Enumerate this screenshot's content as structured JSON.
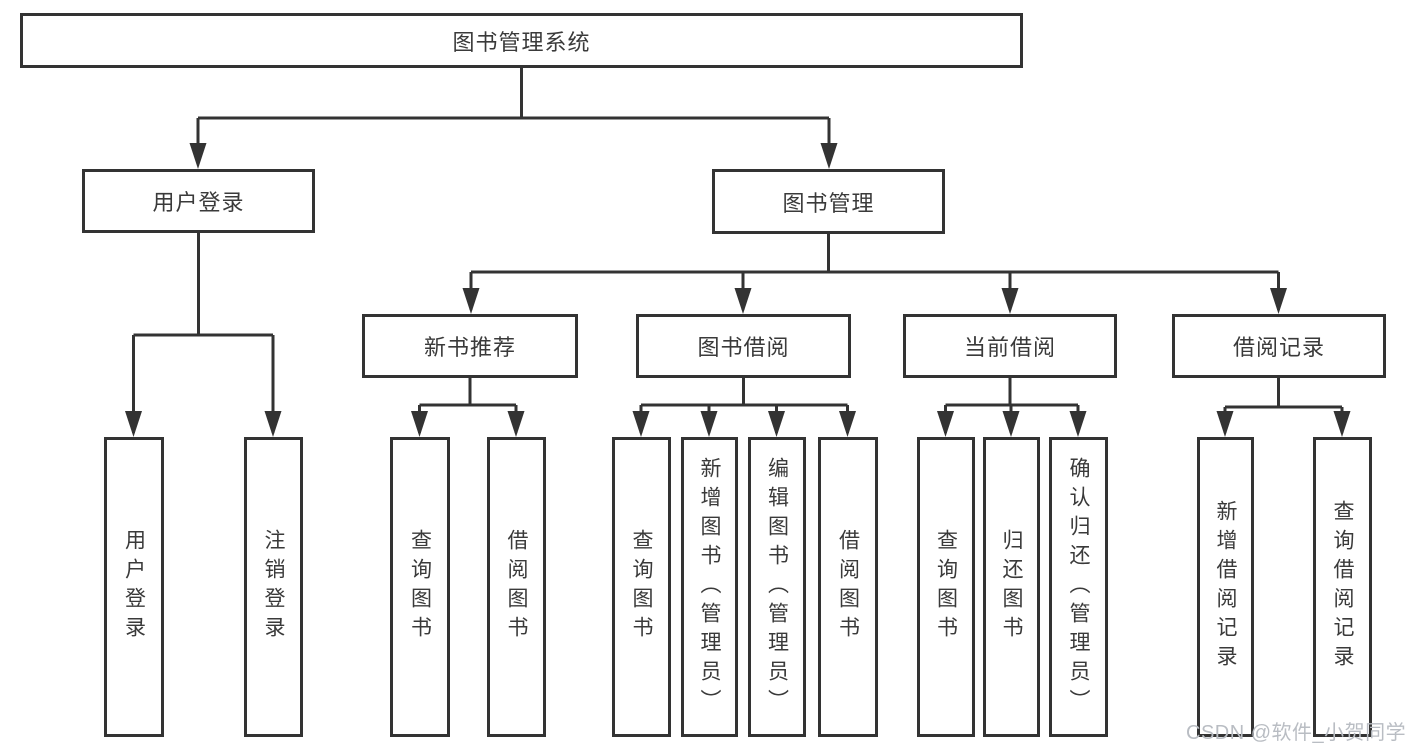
{
  "diagram": {
    "title_node": {
      "label": "图书管理系统"
    },
    "level2": [
      {
        "label": "用户登录"
      },
      {
        "label": "图书管理"
      }
    ],
    "level3": [
      {
        "label": "新书推荐"
      },
      {
        "label": "图书借阅"
      },
      {
        "label": "当前借阅"
      },
      {
        "label": "借阅记录"
      }
    ],
    "leaves": [
      {
        "label": "用户登录",
        "parent": "用户登录"
      },
      {
        "label": "注销登录",
        "parent": "用户登录"
      },
      {
        "label": "查询图书",
        "parent": "新书推荐"
      },
      {
        "label": "借阅图书",
        "parent": "新书推荐"
      },
      {
        "label": "查询图书",
        "parent": "图书借阅"
      },
      {
        "label": "新增图书（管理员）",
        "parent": "图书借阅"
      },
      {
        "label": "编辑图书（管理员）",
        "parent": "图书借阅"
      },
      {
        "label": "借阅图书",
        "parent": "图书借阅"
      },
      {
        "label": "查询图书",
        "parent": "当前借阅"
      },
      {
        "label": "归还图书",
        "parent": "当前借阅"
      },
      {
        "label": "确认归还（管理员）",
        "parent": "当前借阅"
      },
      {
        "label": "新增借阅记录",
        "parent": "借阅记录"
      },
      {
        "label": "查询借阅记录",
        "parent": "借阅记录"
      }
    ],
    "colors": {
      "line": "#333333",
      "box_border": "#333333",
      "text": "#3a3a3a",
      "background": "#ffffff",
      "watermark_text_color": "#b9bdc3"
    }
  },
  "watermark": {
    "text": "CSDN @软件_小贺同学"
  }
}
